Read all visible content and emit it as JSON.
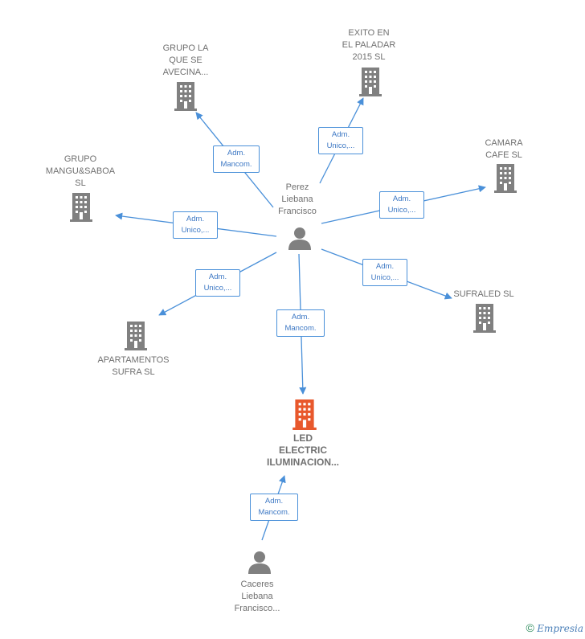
{
  "colors": {
    "edge": "#4a90d9",
    "node": "#808080",
    "focus": "#e8582c",
    "edge_label_text": "#3d78c4"
  },
  "center_person": {
    "label": "Perez\nLiebana\nFrancisco",
    "icon": "person-icon"
  },
  "focus_company": {
    "label": "LED\nELECTRIC\nILUMINACION...",
    "icon": "building-icon"
  },
  "secondary_person": {
    "label": "Caceres\nLiebana\nFrancisco...",
    "icon": "person-icon"
  },
  "companies": [
    {
      "id": "grupo-la-que-se-avecina",
      "label": "GRUPO LA\nQUE SE\nAVECINA..."
    },
    {
      "id": "exito-en-el-paladar",
      "label": "EXITO EN\nEL PALADAR\n2015  SL"
    },
    {
      "id": "camara-cafe",
      "label": "CAMARA\nCAFE  SL"
    },
    {
      "id": "grupo-mangu-saboa",
      "label": "GRUPO\nMANGU&SABOA\nSL"
    },
    {
      "id": "sufraled",
      "label": "SUFRALED  SL"
    },
    {
      "id": "apartamentos-sufra",
      "label": "APARTAMENTOS\nSUFRA  SL"
    }
  ],
  "edges": [
    {
      "from": "Perez Liebana Francisco",
      "to": "GRUPO LA QUE SE AVECINA...",
      "label": "Adm.\nMancom."
    },
    {
      "from": "Perez Liebana Francisco",
      "to": "EXITO EN EL PALADAR 2015 SL",
      "label": "Adm.\nUnico,..."
    },
    {
      "from": "Perez Liebana Francisco",
      "to": "CAMARA CAFE SL",
      "label": "Adm.\nUnico,..."
    },
    {
      "from": "Perez Liebana Francisco",
      "to": "GRUPO MANGU&SABOA SL",
      "label": "Adm.\nUnico,..."
    },
    {
      "from": "Perez Liebana Francisco",
      "to": "SUFRALED SL",
      "label": "Adm.\nUnico,..."
    },
    {
      "from": "Perez Liebana Francisco",
      "to": "APARTAMENTOS SUFRA SL",
      "label": "Adm.\nUnico,..."
    },
    {
      "from": "Perez Liebana Francisco",
      "to": "LED ELECTRIC ILUMINACION...",
      "label": "Adm.\nMancom."
    },
    {
      "from": "Caceres Liebana Francisco...",
      "to": "LED ELECTRIC ILUMINACION...",
      "label": "Adm.\nMancom."
    }
  ],
  "footer": {
    "copyright_symbol": "©",
    "brand": "Empresia"
  }
}
